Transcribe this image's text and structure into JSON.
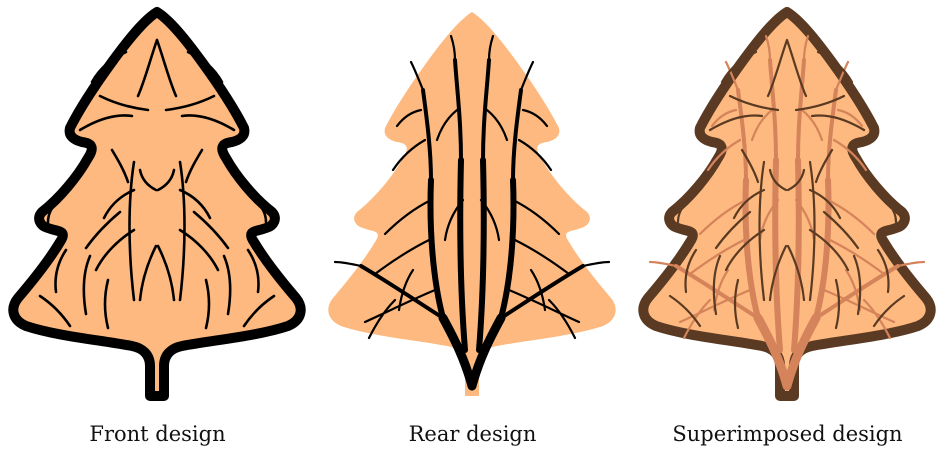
{
  "colors": {
    "fill": "#fdb97f",
    "ink": "#000000",
    "outline_superimposed": "#5a3a22",
    "rear_faded": "#d4835a",
    "background": "#ffffff"
  },
  "panels": [
    {
      "caption": "Front design"
    },
    {
      "caption": "Rear design"
    },
    {
      "caption": "Superimposed design"
    }
  ]
}
